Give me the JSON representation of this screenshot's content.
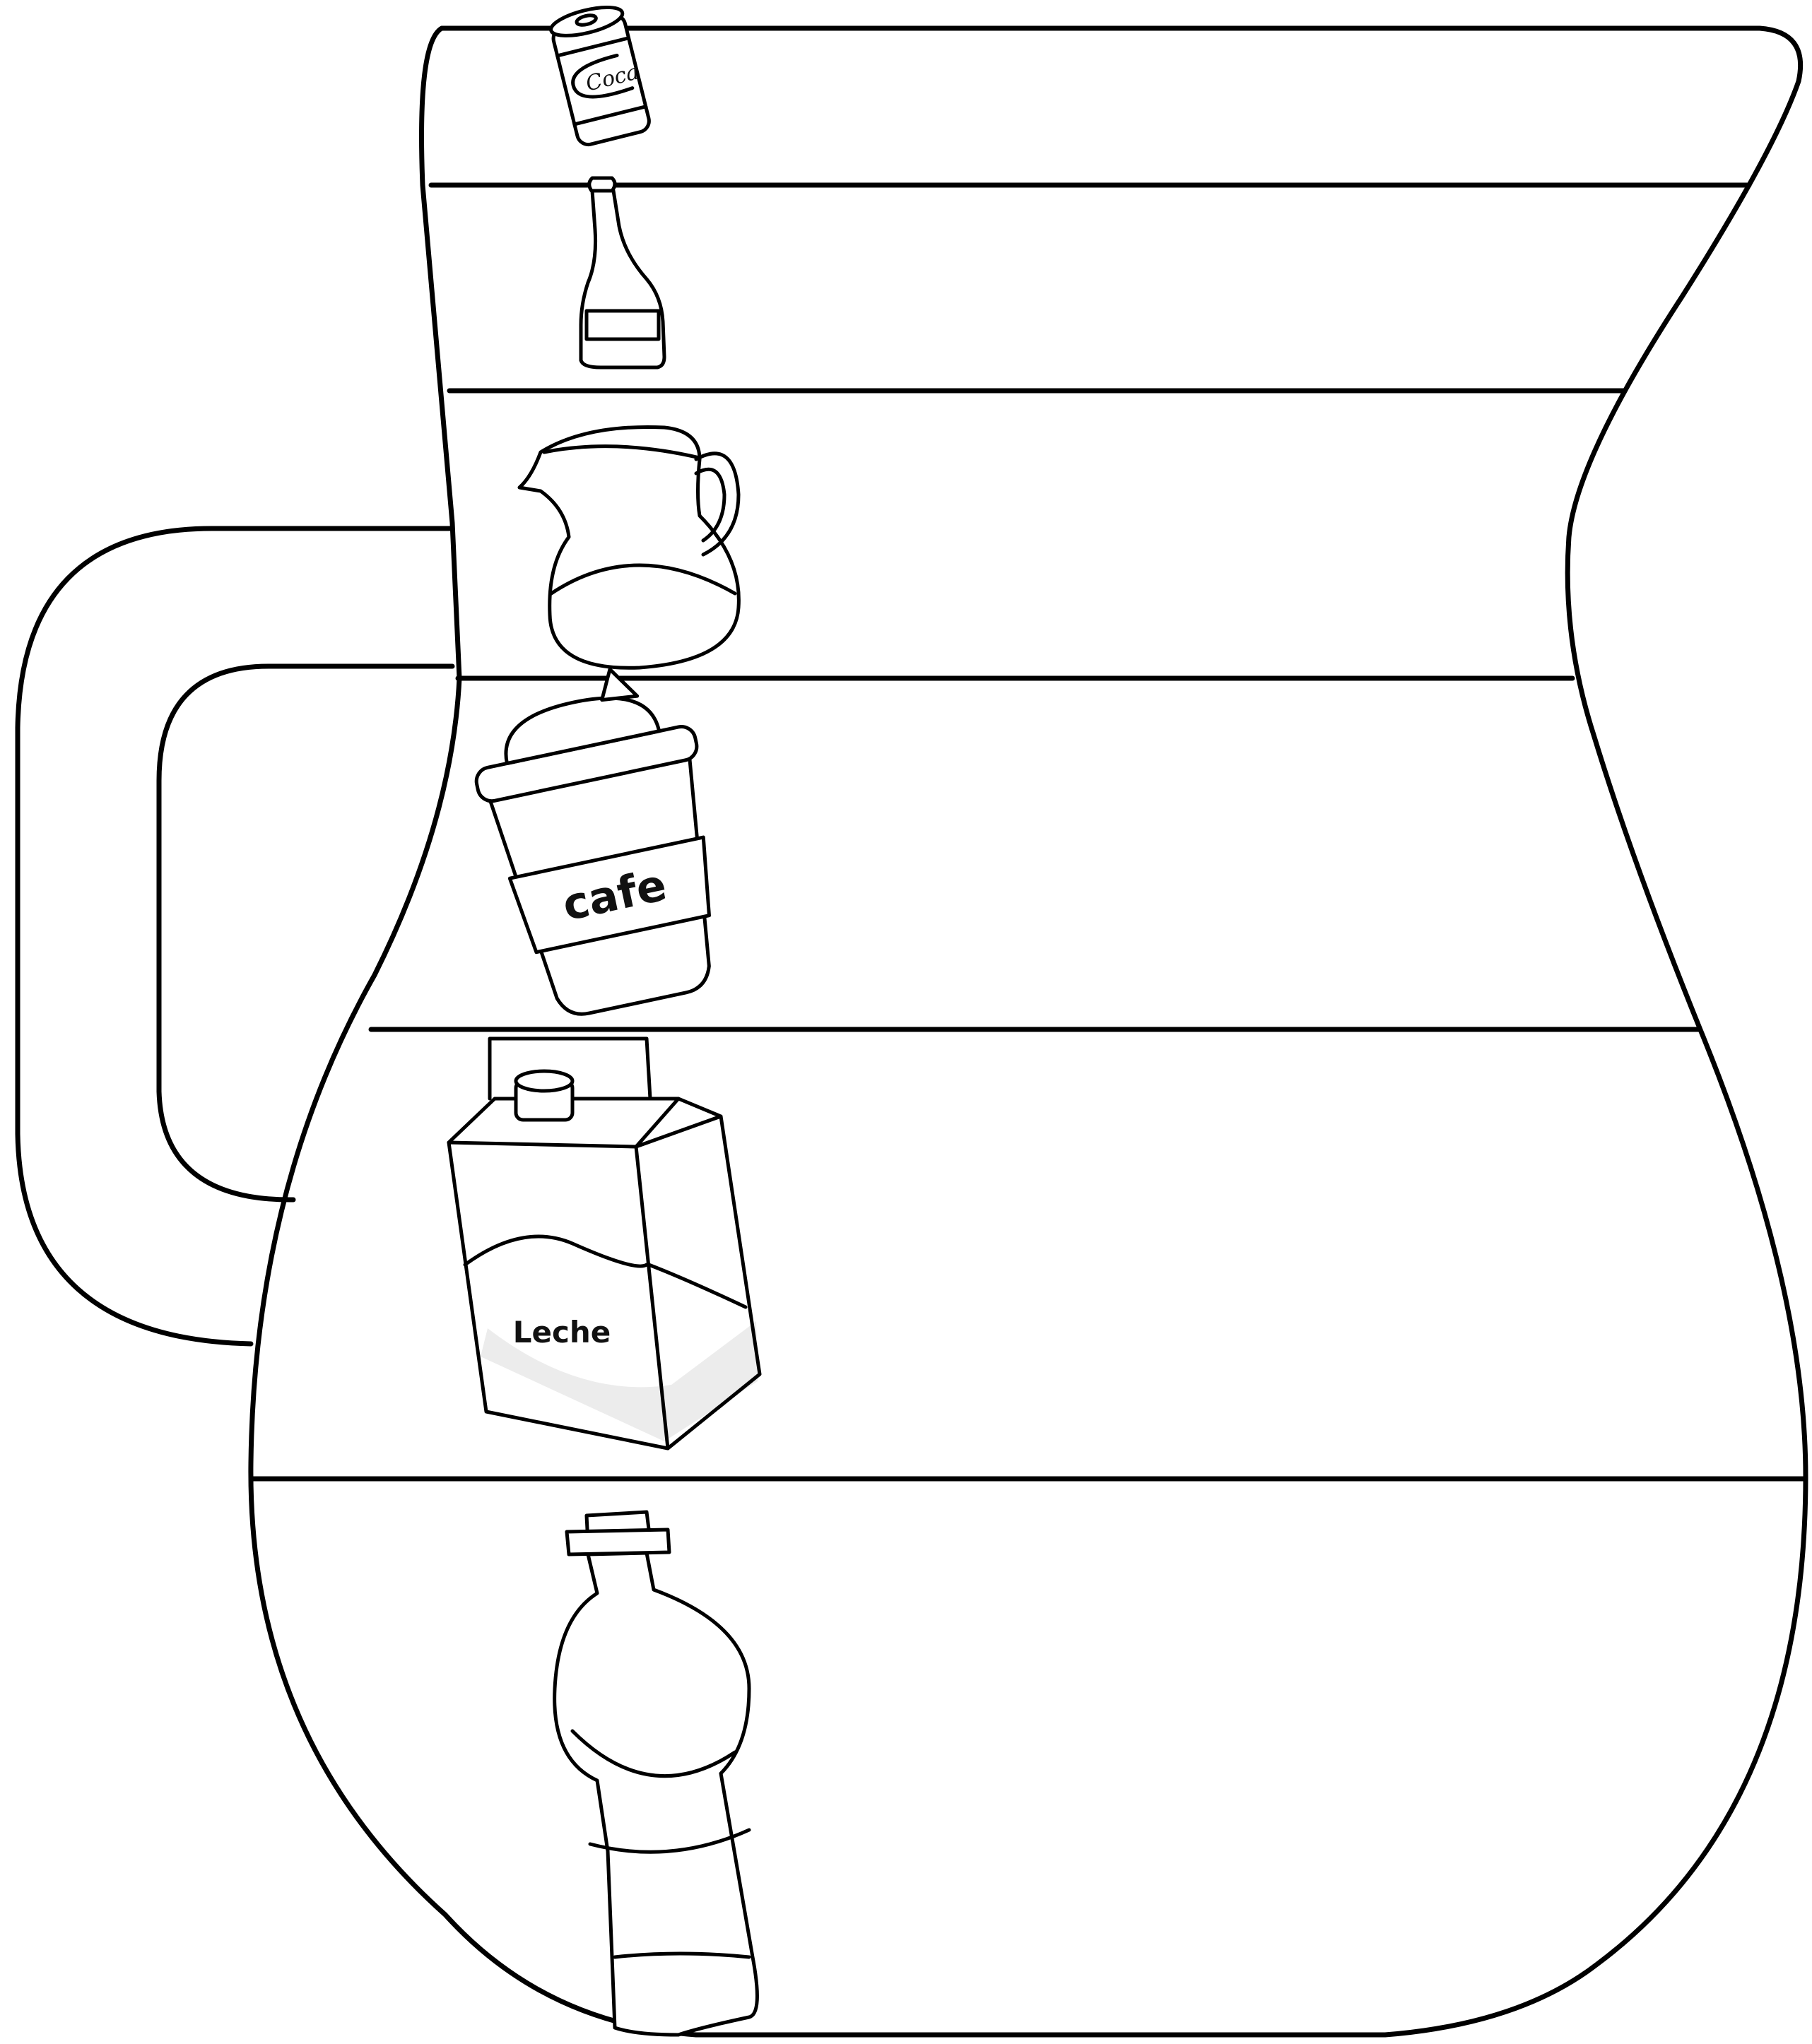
{
  "worksheet": {
    "rows": [
      {
        "icon": "soda-can-icon"
      },
      {
        "icon": "glass-bottle-icon"
      },
      {
        "icon": "pitcher-icon"
      },
      {
        "icon": "coffee-cup-icon",
        "label": "cafe"
      },
      {
        "icon": "milk-carton-icon",
        "label": "Leche"
      },
      {
        "icon": "plastic-bottle-icon"
      }
    ],
    "can_logo": "Coca"
  },
  "colors": {
    "ink": "#000000",
    "paper": "#ffffff",
    "shade": "#ececec"
  }
}
